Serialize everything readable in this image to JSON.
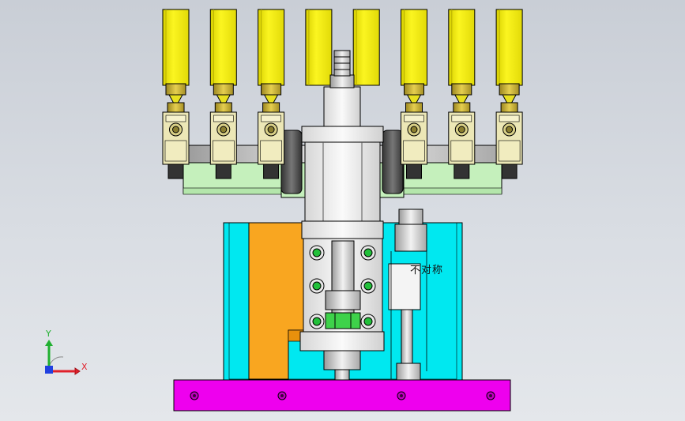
{
  "annotation": {
    "text": "不对称"
  },
  "triad": {
    "x_label": "X",
    "y_label": "Y"
  },
  "colors": {
    "background": "#d3d7dd",
    "gripper_yellow": "#f7f010",
    "bracket_cream": "#ece7b6",
    "brass": "#c8b23a",
    "plate_green": "#c5f0bc",
    "block_cyan": "#00e8f0",
    "block_orange": "#f9a620",
    "base_magenta": "#ee00ee",
    "cylinder_white": "#f4f4f4",
    "bolt_green": "#22c03a",
    "axis_x_red": "#e0202a",
    "axis_y_green": "#20b030",
    "axis_origin_blue": "#2040e0"
  },
  "grippers": [
    {
      "id": "gripper-1"
    },
    {
      "id": "gripper-2"
    },
    {
      "id": "gripper-3"
    },
    {
      "id": "gripper-4"
    },
    {
      "id": "gripper-5"
    },
    {
      "id": "gripper-6"
    },
    {
      "id": "gripper-7"
    },
    {
      "id": "gripper-8"
    }
  ],
  "base_bolts": 4,
  "cylinder_screws": 6
}
